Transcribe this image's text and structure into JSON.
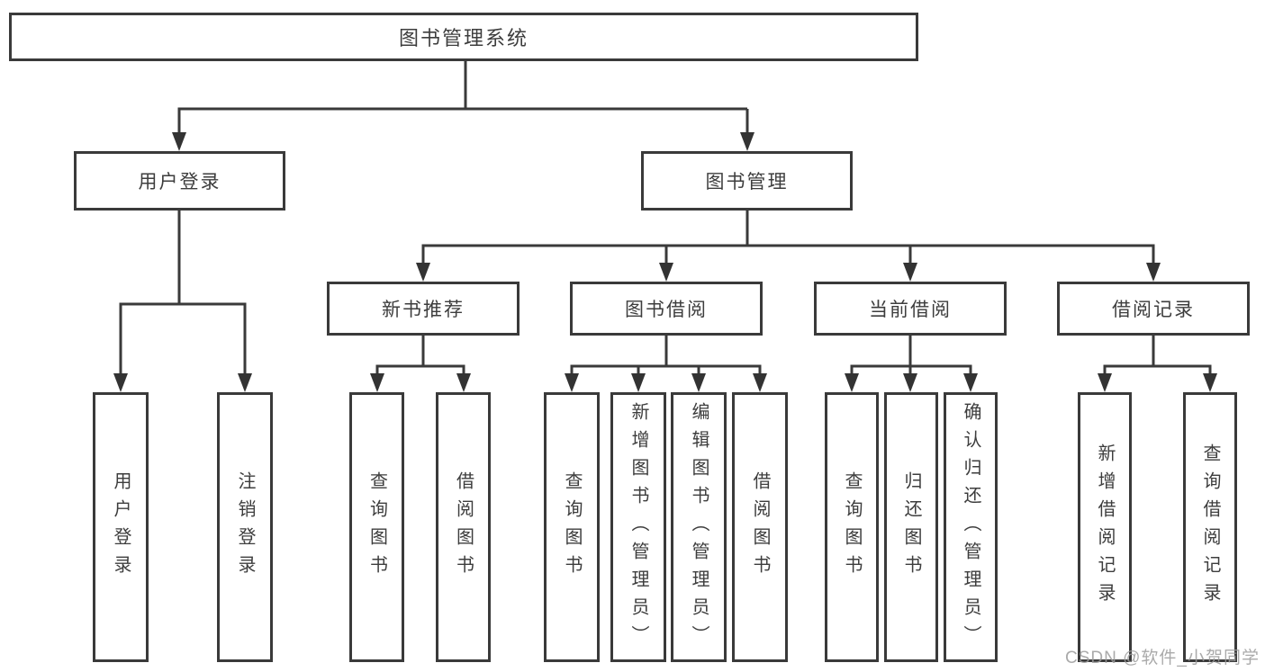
{
  "diagram": {
    "root": {
      "label": "图书管理系统"
    },
    "level2": [
      {
        "label": "用户登录"
      },
      {
        "label": "图书管理"
      }
    ],
    "level3": [
      {
        "label": "新书推荐",
        "parent": "图书管理"
      },
      {
        "label": "图书借阅",
        "parent": "图书管理"
      },
      {
        "label": "当前借阅",
        "parent": "图书管理"
      },
      {
        "label": "借阅记录",
        "parent": "图书管理"
      }
    ],
    "leaves": [
      {
        "label": "用户登录",
        "parent": "用户登录"
      },
      {
        "label": "注销登录",
        "parent": "用户登录"
      },
      {
        "label": "查询图书",
        "parent": "新书推荐"
      },
      {
        "label": "借阅图书",
        "parent": "新书推荐"
      },
      {
        "label": "查询图书",
        "parent": "图书借阅"
      },
      {
        "label": "新增图书（管理员）",
        "parent": "图书借阅"
      },
      {
        "label": "编辑图书（管理员）",
        "parent": "图书借阅"
      },
      {
        "label": "借阅图书",
        "parent": "图书借阅"
      },
      {
        "label": "查询图书",
        "parent": "当前借阅"
      },
      {
        "label": "归还图书",
        "parent": "当前借阅"
      },
      {
        "label": "确认归还（管理员）",
        "parent": "当前借阅"
      },
      {
        "label": "新增借阅记录",
        "parent": "借阅记录"
      },
      {
        "label": "查询借阅记录",
        "parent": "借阅记录"
      }
    ]
  },
  "watermark": {
    "text": "CSDN @软件_小贺同学"
  },
  "colors": {
    "line": "#3a3a3a",
    "text": "#3d3d3d",
    "watermark": "#9c9c9c",
    "background": "#ffffff"
  }
}
